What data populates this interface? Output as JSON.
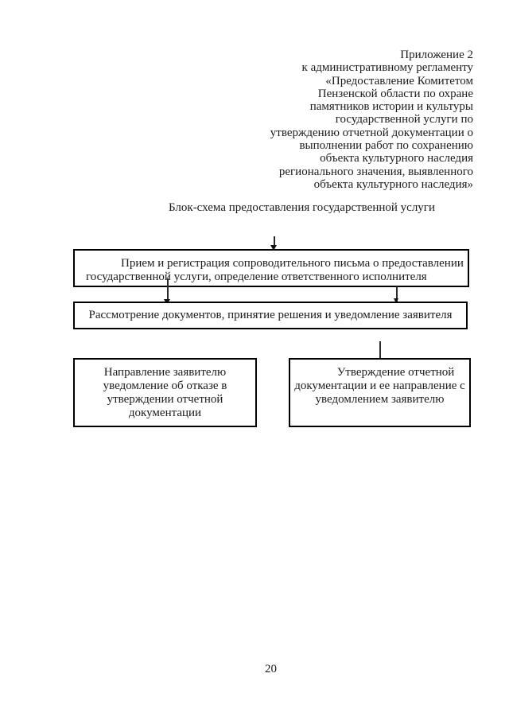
{
  "header": {
    "lines": [
      "Приложение 2",
      "к административному регламенту",
      "«Предоставление Комитетом",
      "Пензенской области по охране",
      "памятников истории и культуры",
      "государственной услуги по",
      "утверждению отчетной документации о",
      "выполнении работ по сохранению",
      "объекта культурного наследия",
      "регионального значения, выявленного",
      "объекта культурного наследия»"
    ]
  },
  "title": "Блок-схема предоставления государственной услуги",
  "flowchart": {
    "reception": {
      "lines": [
        "Прием и регистрация сопроводительного письма о предоставлении",
        "государственной услуги, определение ответственного исполнителя"
      ]
    },
    "review": {
      "text": "Рассмотрение документов, принятие решения и уведомление заявителя"
    },
    "refusal": {
      "lines": [
        "Направление заявителю",
        "уведомление об отказе в",
        "утверждении отчетной",
        "документации"
      ]
    },
    "approval": {
      "lines": [
        "Утверждение отчетной",
        "документации и ее направление с",
        "уведомлением заявителю"
      ]
    }
  },
  "footer": {
    "page_number": "20"
  }
}
